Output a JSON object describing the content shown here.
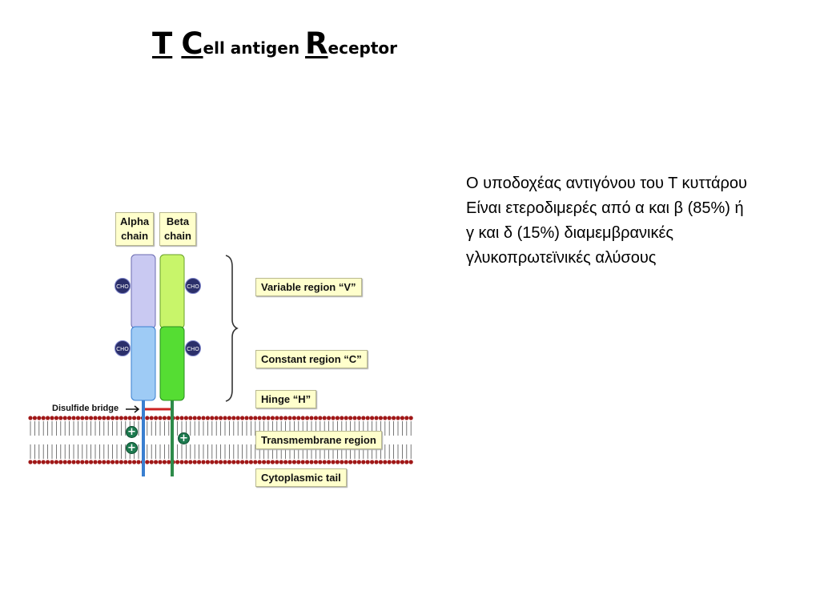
{
  "title": {
    "part1": "T",
    "part2": "C",
    "part3": "ell antigen ",
    "part4": "R",
    "part5": "eceptor"
  },
  "body_lines": [
    "Ο υποδοχέας αντιγόνου του Τ κυττάρου",
    "Είναι ετεροδιμερές από α και β (85%) ή",
    "γ και δ (15%) διαμεμβρανικές",
    "γλυκοπρωτεϊνικές αλύσους"
  ],
  "diagram": {
    "alpha_label": [
      "Alpha",
      "chain"
    ],
    "beta_label": [
      "Beta",
      "chain"
    ],
    "cho_label": "CHO",
    "plus_label": "+",
    "disulfide_label": "Disulfide bridge",
    "arrow": "→",
    "regions": {
      "variable": "Variable region “V”",
      "constant": "Constant region “C”",
      "hinge": "Hinge “H”",
      "transmembrane": "Transmembrane region",
      "cytoplasmic": "Cytoplasmic tail"
    },
    "colors": {
      "alpha_variable": "#c9c9f2",
      "alpha_constant": "#9ecbf5",
      "beta_variable": "#c8f56a",
      "beta_constant": "#55dd33",
      "alpha_tail": "#3a7fd0",
      "beta_tail": "#2e8b4a",
      "disulfide": "#cc2222",
      "membrane_head": "#a01818",
      "label_bg": "#ffffcc"
    }
  }
}
